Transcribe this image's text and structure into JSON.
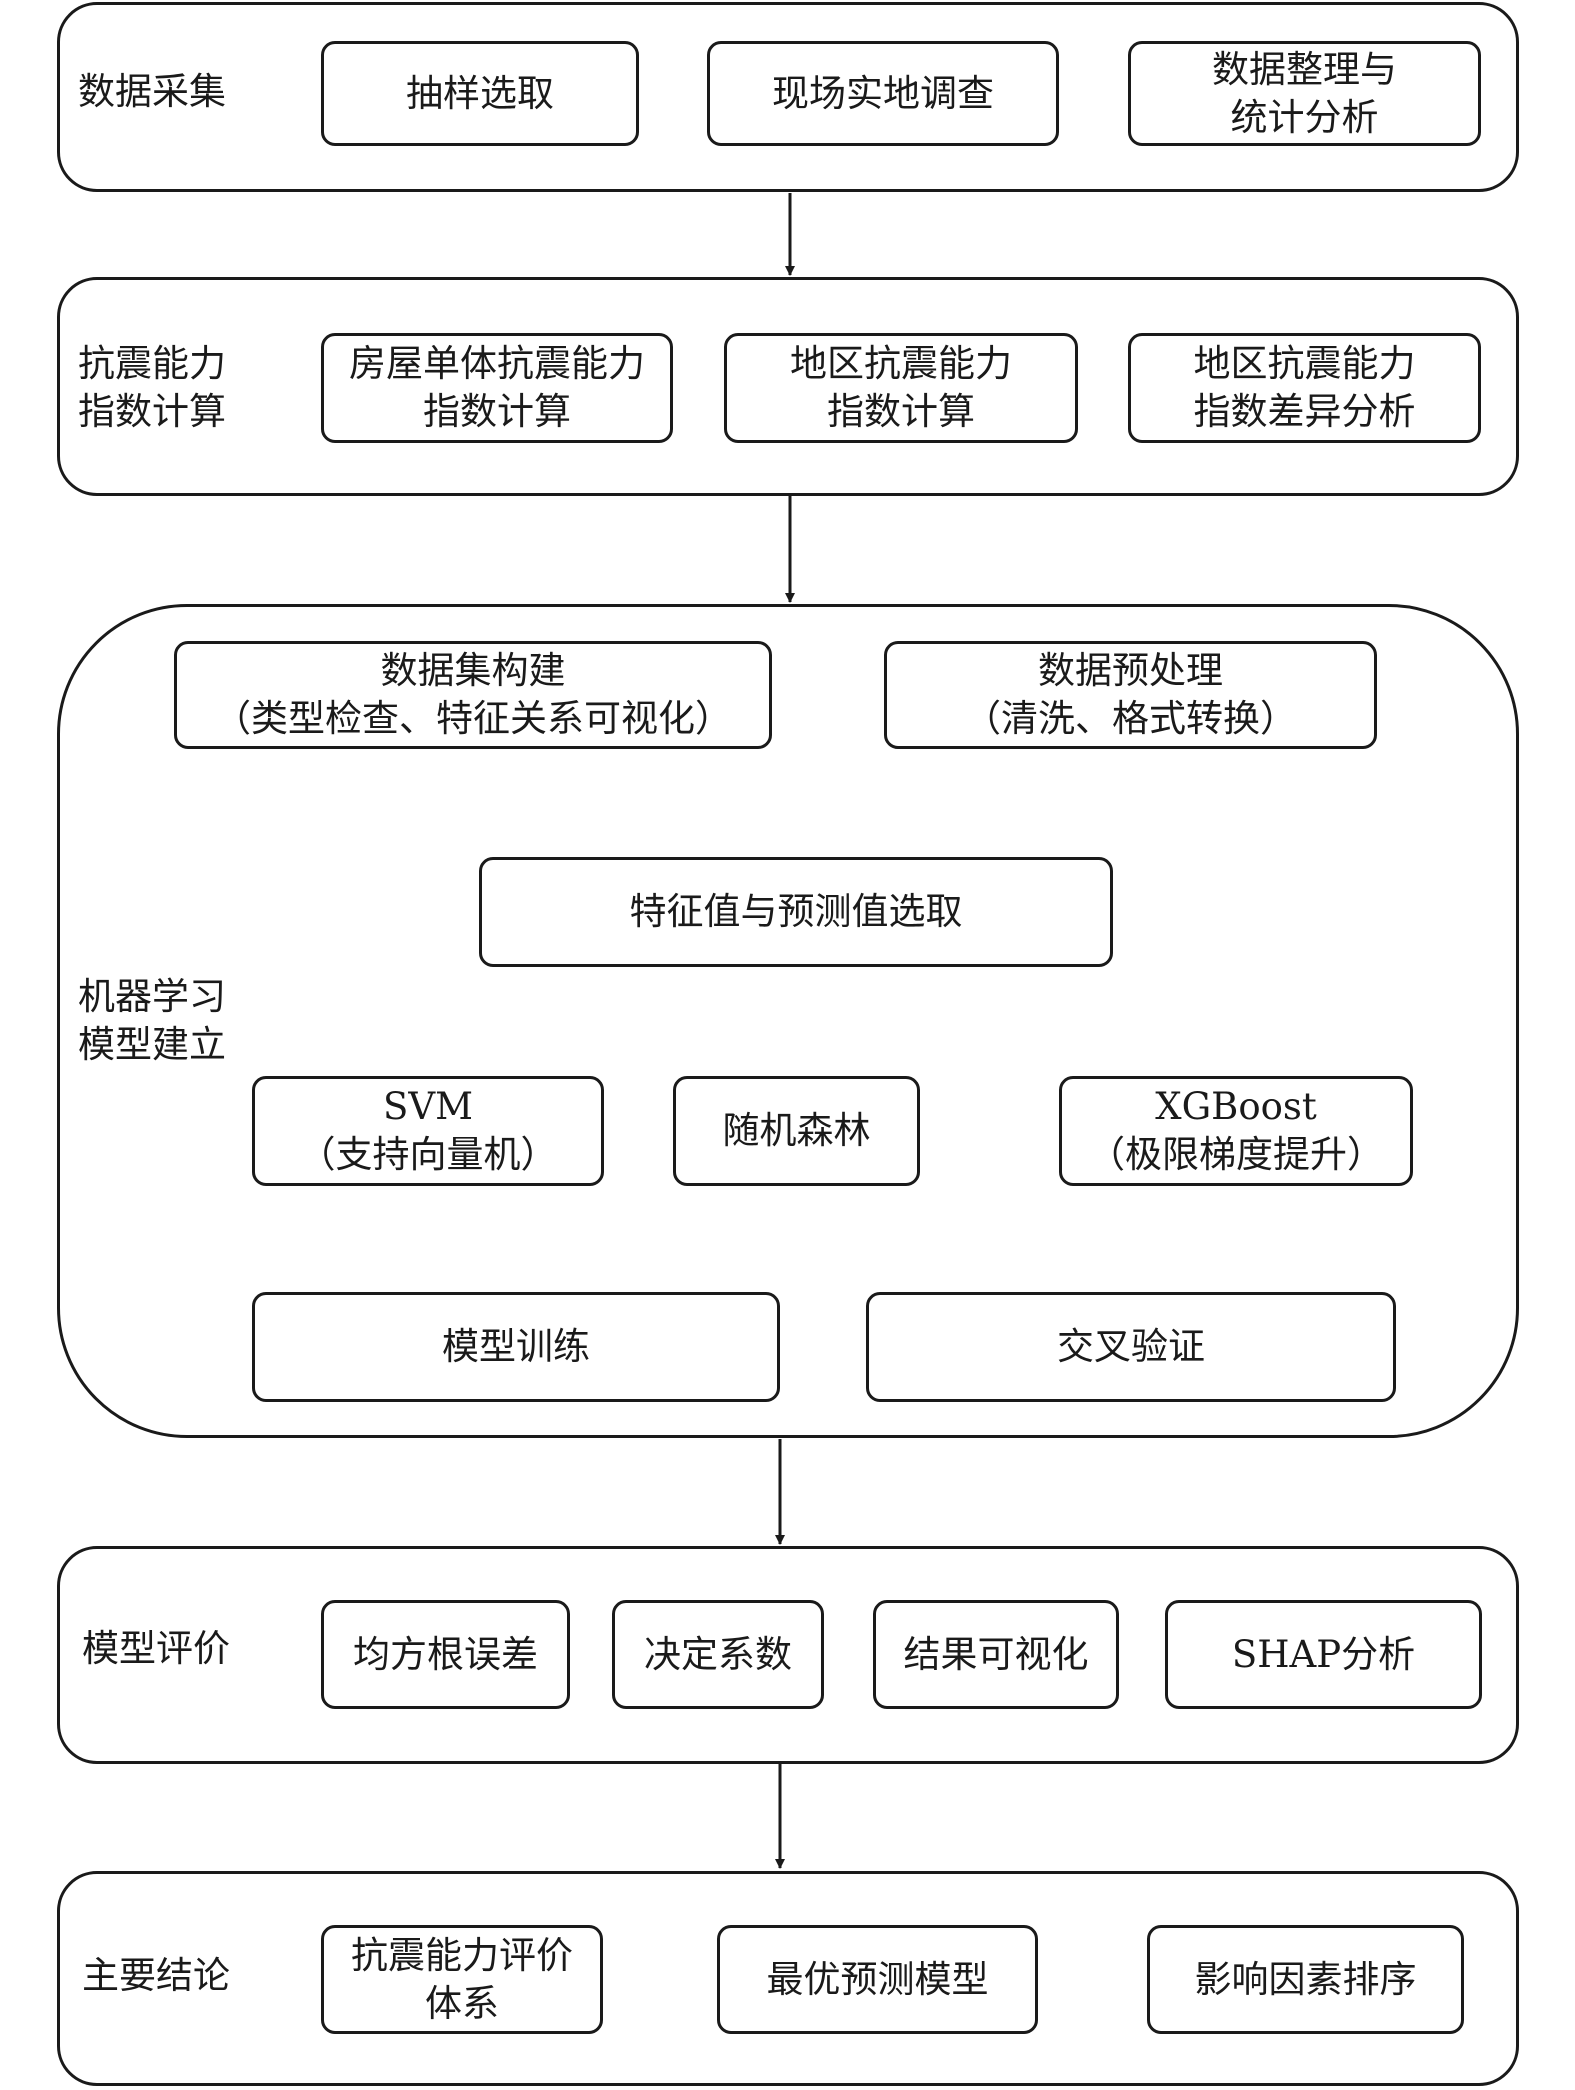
{
  "stages": {
    "data_collection": {
      "label": "数据采集",
      "boxes": [
        "抽样选取",
        "现场实地调查",
        "数据整理与\n统计分析"
      ]
    },
    "index_calculation": {
      "label": "抗震能力\n指数计算",
      "boxes": [
        "房屋单体抗震能力\n指数计算",
        "地区抗震能力\n指数计算",
        "地区抗震能力\n指数差异分析"
      ]
    },
    "ml_modeling": {
      "label": "机器学习\n模型建立",
      "dataset": "数据集构建\n（类型检查、特征关系可视化）",
      "preprocess": "数据预处理\n（清洗、格式转换）",
      "feature_select": "特征值与预测值选取",
      "svm": "SVM\n（支持向量机）",
      "random_forest": "随机森林",
      "xgboost": "XGBoost\n（极限梯度提升）",
      "training": "模型训练",
      "cross_validation": "交叉验证"
    },
    "evaluation": {
      "label": "模型评价",
      "boxes": [
        "均方根误差",
        "决定系数",
        "结果可视化",
        "SHAP分析"
      ]
    },
    "conclusions": {
      "label": "主要结论",
      "boxes": [
        "抗震能力评价\n体系",
        "最优预测模型",
        "影响因素排序"
      ]
    }
  },
  "colors": {
    "line": "#1a1a1a",
    "background": "#ffffff"
  }
}
